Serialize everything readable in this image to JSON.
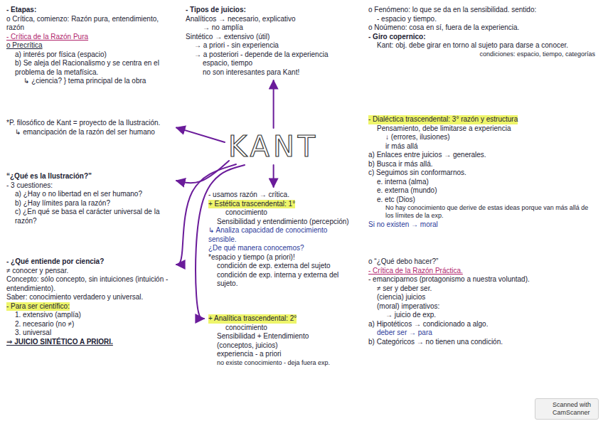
{
  "diagram": {
    "nodes": [
      {
        "text": [
          "KANT"
        ]
      },
      {
        "text": [
          "- Etapas:",
          "o Crítica, comienzo: Razón pura, entendimiento, razón",
          "- Crítica de la Razón Pura",
          "o Precrítica",
          "a) interés por física (espacio)",
          "b) Se aleja del Racionalismo y se centra en el problema de la metafísica.",
          "↳ ¿ciencia? } tema principal de la obra"
        ]
      },
      {
        "text": [
          "- Tipos de juicios:",
          "Analíticos → necesario, explicativo",
          "→ no amplía",
          "Sintético → extensivo (útil)",
          "→ a priori - sin experiencia",
          "→ a posteriori - depende de la experiencia",
          "espacio, tiempo",
          "no son interesantes para Kant!"
        ]
      },
      {
        "text": [
          "*P. filosófico de Kant = proyecto de la Ilustración.",
          "↳ emancipación de la razón del ser humano"
        ]
      },
      {
        "text": [
          "“¿Qué es la Ilustración?”",
          "- 3 cuestiones:",
          "a) ¿Hay o no libertad en el ser humano?",
          "b) ¿Hay límites para la razón?",
          "c) ¿En qué se basa el carácter universal de la razón?"
        ]
      },
      {
        "text": [
          "- ¿Qué entiende por ciencia?",
          "≠ conocer y pensar.",
          "Concepto: sólo concepto, sin intuiciones (intuición - entendimiento).",
          "Saber: conocimiento verdadero y universal.",
          "- Para ser científico:",
          "1. extensivo (amplía)",
          "2. necesario (no ≠)",
          "3. universal",
          "⇒ JUICIO SINTÉTICO A PRIORI."
        ]
      },
      {
        "text": [
          "- usamos razón → crítica.",
          "+ Estética trascendental: 1°",
          "conocimiento",
          "Sensibilidad y entendimiento (percepción)",
          "↳ Analiza capacidad de conocimiento sensible.",
          "¿De qué manera conocemos?",
          "*espacio y tiempo (a priori)!",
          "condición de exp. externa del sujeto",
          "condición de exp. interna y externa del sujeto."
        ]
      },
      {
        "text": [
          "+ Analítica trascendental: 2°",
          "conocimiento",
          "Sensibilidad + Entendimiento",
          "(conceptos, juicios)",
          "experiencia - a priori",
          "no existe conocimiento - deja fuera exp."
        ]
      },
      {
        "text": [
          "o Fenómeno: lo que se da en la sensibilidad. sentido:",
          "- espacio y tiempo.",
          "o Noúmeno: cosa en sí, fuera de la experiencia.",
          "- Giro copernico:",
          "Kant: obj. debe girar en torno al sujeto para darse a conocer.",
          "condiciones: espacio, tiempo, categorías"
        ]
      },
      {
        "text": [
          "- Dialéctica trascendental: 3° razón y estructura",
          "Pensamiento, debe limitarse a experiencia",
          "↓ (errores, ilusiones)",
          "ir más allá",
          "a) Enlaces entre juicios → generales.",
          "b) Busca ir más allá.",
          "c) Seguimos sin conformarnos.",
          "e. interna (alma)",
          "e. externa (mundo)",
          "e. etc (Dios)",
          "No hay conocimiento que derive de estas ideas porque van más allá de los límites de la exp.",
          "Si no existen → moral"
        ]
      },
      {
        "text": [
          "o “¿Qué debo hacer?”",
          "- Crítica de la Razón Práctica.",
          "- emanciparnos (protagonismo a nuestra voluntad).",
          "≠ ser y deber ser.",
          "(ciencia) juicios",
          "(moral) imperativos:",
          "→ juicio de exp.",
          "a) Hipotéticos → condicionado a algo.",
          "deber ser → para",
          "b) Categóricos → no tienen una condición."
        ]
      }
    ],
    "edges": [
      {
        "from": 0,
        "to": 2,
        "arrow": "to"
      },
      {
        "from": 0,
        "to": 3,
        "arrow": "to"
      },
      {
        "from": 0,
        "to": 4,
        "arrow": "to"
      },
      {
        "from": 0,
        "to": 5,
        "arrow": "to"
      },
      {
        "from": 0,
        "to": 6,
        "arrow": "to"
      },
      {
        "from": 0,
        "to": 7,
        "arrow": "to"
      }
    ],
    "labels": [
      "Scanned with CamScanner"
    ]
  }
}
